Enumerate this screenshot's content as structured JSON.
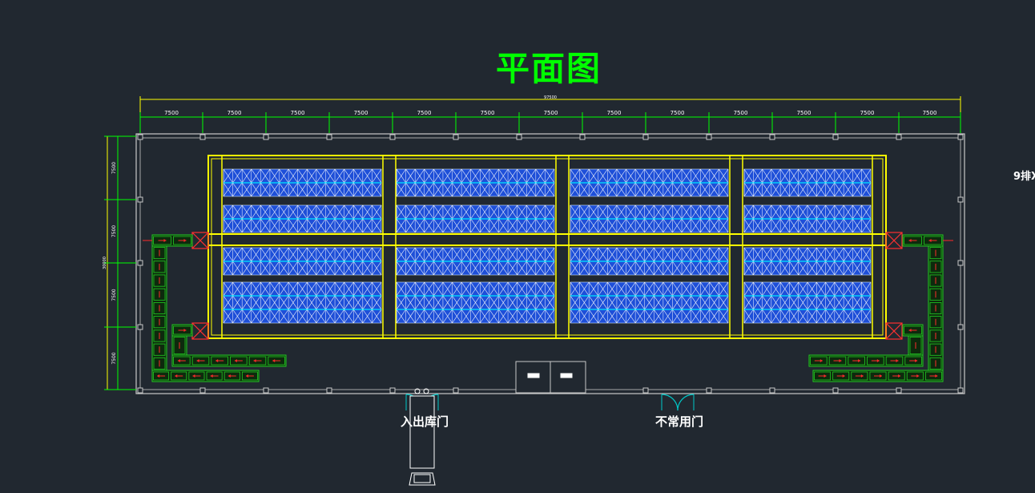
{
  "drawing": {
    "title": "平面图",
    "overall_width_label": "97500",
    "overall_height_label": "30000",
    "bay_labels": [
      "7500",
      "7500",
      "7500",
      "7500",
      "7500",
      "7500",
      "7500",
      "7500",
      "7500",
      "7500",
      "7500",
      "7500",
      "7500"
    ],
    "side_bay_labels": [
      "7500",
      "7500",
      "7500",
      "7500"
    ],
    "edge_note": "9排X"
  },
  "doors": {
    "entry_label": "入出库门",
    "unused_label": "不常用门"
  },
  "colors": {
    "background": "#212830",
    "title": "#00ff00",
    "rack_frame": "#ffff00",
    "rack_fill": "#1e4fd8",
    "conveyor": "#22cc22",
    "arrow": "#ff2a2a",
    "wall": "#c8c8c8",
    "dimension": "#00ff00",
    "door_swing": "#00c8c8"
  }
}
